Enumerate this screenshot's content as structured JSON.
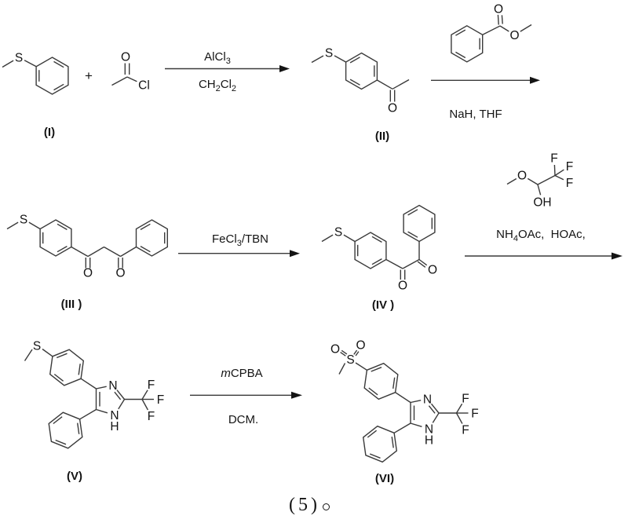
{
  "colors": {
    "line": "#3a3a3a",
    "text": "#141414"
  },
  "plus_sign": "+",
  "caption": {
    "text": "（5）。",
    "open": "(",
    "num": "5",
    "close": ")"
  },
  "compounds": {
    "i": "(I)",
    "ii": "(II)",
    "iii": "(III )",
    "iv": "(IV )",
    "v": "(V)",
    "vi": "(VI)"
  },
  "reagents": {
    "step1_above_base": "AlCl",
    "step1_above_sub": "3",
    "step1_below_p1": "CH",
    "step1_below_s1": "2",
    "step1_below_p2": "Cl",
    "step1_below_s2": "2",
    "step2_below": "NaH, THF",
    "step3_above_base": "FeCl",
    "step3_above_sub": "3",
    "step3_above_rest": "/TBN",
    "step4_above_p1": "NH",
    "step4_above_s1": "4",
    "step4_above_p2": "OAc,  HOAc,",
    "step5_above_italic": "m",
    "step5_above_rest": "CPBA",
    "step5_below": "DCM."
  },
  "atoms": {
    "s": "S",
    "o": "O",
    "cl": "Cl",
    "n": "N",
    "h": "H",
    "f": "F",
    "oh": "OH"
  }
}
